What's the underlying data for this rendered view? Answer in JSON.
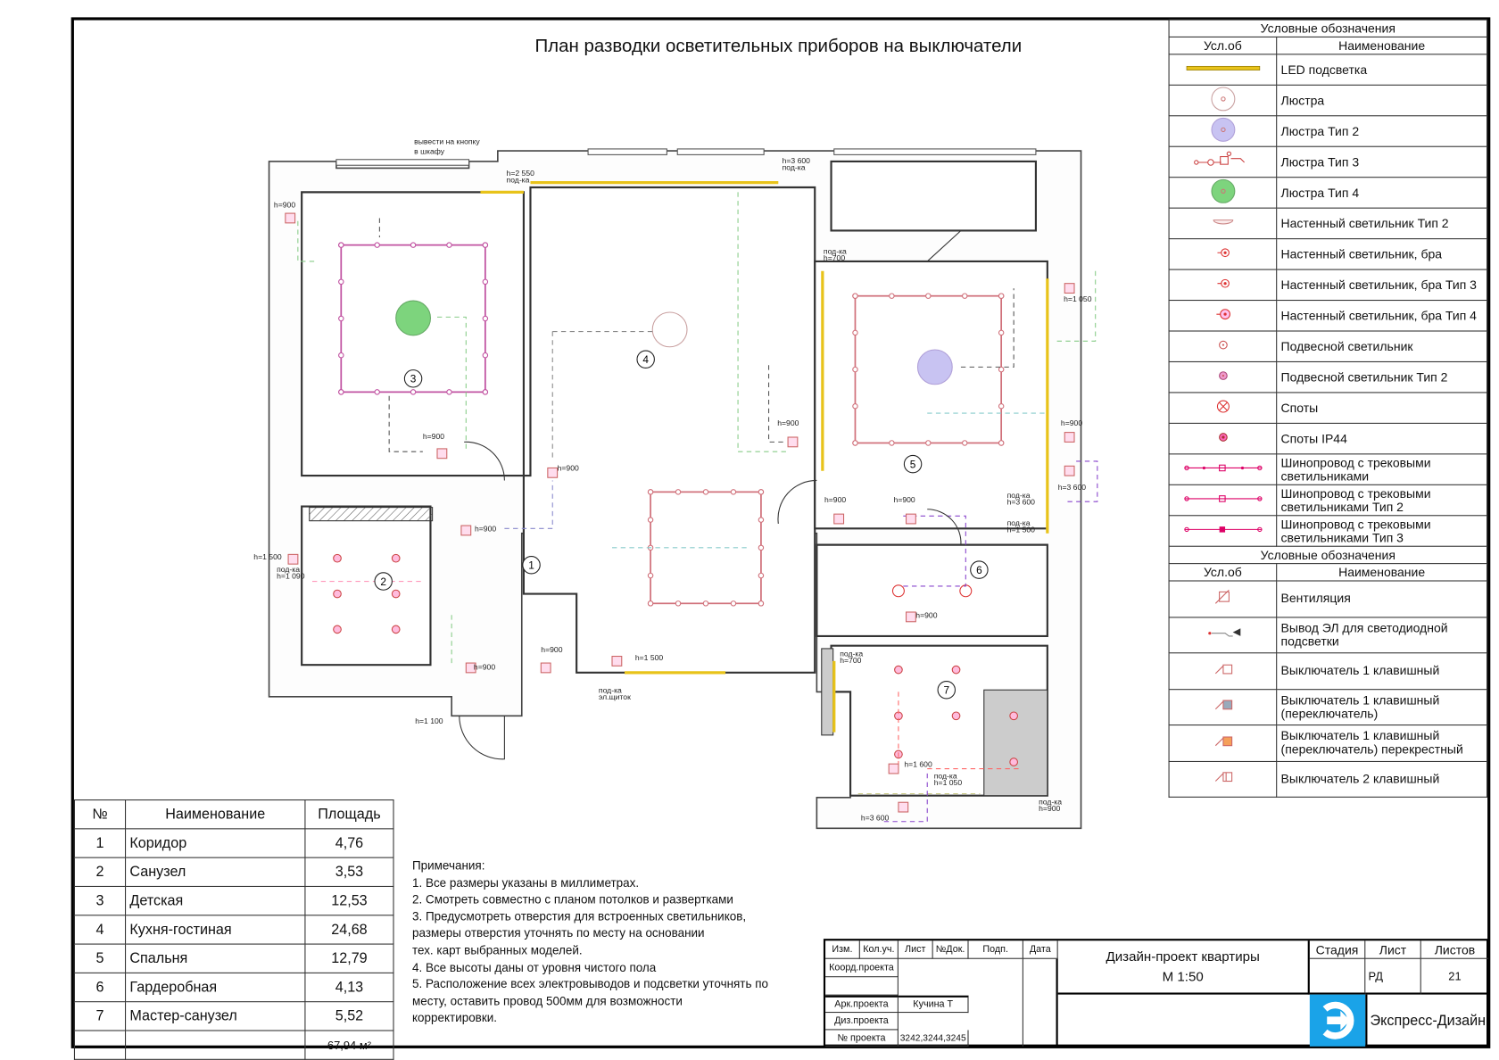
{
  "title": "План разводки осветительных приборов на выключатели",
  "legend": {
    "header": "Условные обозначения",
    "col_symbol": "Усл.об",
    "col_name": "Наименование",
    "items": [
      {
        "icon": "led-strip-icon",
        "name": "LED подсветка"
      },
      {
        "icon": "chandelier-icon",
        "name": "Люстра"
      },
      {
        "icon": "chandelier-type2-icon",
        "name": "Люстра Тип 2"
      },
      {
        "icon": "chandelier-type3-icon",
        "name": "Люстра Тип 3"
      },
      {
        "icon": "chandelier-type4-icon",
        "name": "Люстра Тип 4"
      },
      {
        "icon": "wall-lamp-type2-icon",
        "name": "Настенный светильник Тип 2"
      },
      {
        "icon": "sconce-icon",
        "name": "Настенный светильник, бра"
      },
      {
        "icon": "sconce-type3-icon",
        "name": "Настенный светильник, бра Тип 3"
      },
      {
        "icon": "sconce-type4-icon",
        "name": "Настенный светильник, бра Тип 4"
      },
      {
        "icon": "pendant-icon",
        "name": "Подвесной светильник"
      },
      {
        "icon": "pendant-type2-icon",
        "name": "Подвесной светильник Тип 2"
      },
      {
        "icon": "spot-icon",
        "name": "Споты"
      },
      {
        "icon": "spot-ip44-icon",
        "name": "Споты IP44"
      },
      {
        "icon": "track-icon",
        "name": "Шинопровод с трековыми светильниками"
      },
      {
        "icon": "track-type2-icon",
        "name": "Шинопровод с трековыми светильниками Тип 2"
      },
      {
        "icon": "track-type3-icon",
        "name": "Шинопровод с трековыми светильниками Тип 3"
      }
    ],
    "header2": "Условные обозначения",
    "items2": [
      {
        "icon": "ventilation-icon",
        "name": "Вентиляция"
      },
      {
        "icon": "led-output-icon",
        "name": "Вывод ЭЛ  для светодиодной подсветки"
      },
      {
        "icon": "switch-1-icon",
        "name": "Выключатель 1 клавишный"
      },
      {
        "icon": "switch-toggle-icon",
        "name": "Выключатель 1 клавишный (переключатель)"
      },
      {
        "icon": "switch-cross-icon",
        "name": "Выключатель 1 клавишный (переключатель) перекрестный"
      },
      {
        "icon": "switch-2-icon",
        "name": "Выключатель 2 клавишный"
      }
    ]
  },
  "rooms": {
    "headers": [
      "№",
      "Наименование",
      "Площадь"
    ],
    "rows": [
      [
        "1",
        "Коридор",
        "4,76"
      ],
      [
        "2",
        "Санузел",
        "3,53"
      ],
      [
        "3",
        "Детская",
        "12,53"
      ],
      [
        "4",
        "Кухня-гостиная",
        "24,68"
      ],
      [
        "5",
        "Спальня",
        "12,79"
      ],
      [
        "6",
        "Гардеробная",
        "4,13"
      ],
      [
        "7",
        "Мастер-санузел",
        "5,52"
      ]
    ],
    "total": "67,94 м²"
  },
  "notes": [
    "Примечания:",
    "1. Все размеры указаны в миллиметрах.",
    "2. Смотреть совместно с планом потолков и развертками",
    "3. Предусмотреть отверстия для встроенных светильников,",
    "размеры отверстия уточнять по месту на основании",
    "тех. карт выбранных моделей.",
    "4. Все высоты даны от уровня чистого пола",
    "5. Расположение всех электровыводов и подсветки уточнять по",
    "месту, оставить провод 500мм для возможности",
    "корректировки."
  ],
  "plan": {
    "room_numbers": [
      "1",
      "2",
      "3",
      "4",
      "5",
      "6",
      "7"
    ],
    "annotations": [
      "вывести на кнопку",
      "в шкафу",
      "h=2 550",
      "под-ка",
      "h=3 600",
      "под-ка",
      "h=900",
      "h=900",
      "h=900",
      "h=900",
      "h=900",
      "h=900",
      "h=900",
      "h=900",
      "h=900",
      "h=900",
      "h=3 600",
      "под-ка",
      "h=700",
      "h=1 050",
      "h=1 500",
      "под-ка",
      "h=1 090",
      "h=1 500",
      "под-ка",
      "эл.щиток",
      "h=1 100",
      "под-ка",
      "h=3 600",
      "под-ка",
      "h=1 500",
      "под-ка",
      "h=700",
      "h=1 600",
      "под-ка",
      "h=1 050",
      "h=3 600",
      "под-ка",
      "h=900",
      "h=900"
    ]
  },
  "title_block": {
    "cols": [
      "Изм.",
      "Кол.уч.",
      "Лист",
      "№Док.",
      "Подп.",
      "Дата"
    ],
    "rows": [
      "Коорд.проекта",
      "Арк.проекта",
      "Диз.проекта",
      "№ проекта"
    ],
    "author": "Кучина Т",
    "project_no": "3242,3244,3245",
    "project": "Дизайн-проект квартиры",
    "scale": "М 1:50",
    "stage_label": "Стадия",
    "sheet_label": "Лист",
    "sheets_label": "Листов",
    "stage": "РД",
    "sheets": "21",
    "company": "Экспресс-Дизайн",
    "brand_color": "#1aa3e8"
  },
  "colors": {
    "led": "#e8c31a",
    "wire": "#d0707a",
    "track": "#c050a0"
  }
}
